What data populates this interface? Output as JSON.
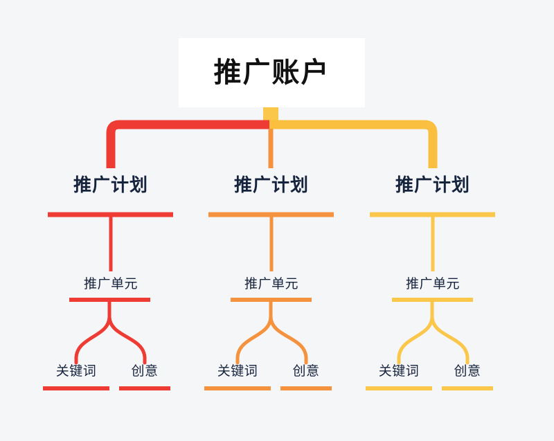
{
  "diagram": {
    "type": "hierarchy-tree",
    "background_color": "#f5f6f8",
    "title_text_color": "#111111",
    "node_text_color": "#16233d",
    "root": {
      "label": "推广账户",
      "card_background": "#ffffff"
    },
    "branches": [
      {
        "color": "#ee3b33",
        "plan_label": "推广计划",
        "unit_label": "推广单元",
        "leaves": [
          "关键词",
          "创意"
        ]
      },
      {
        "color": "#f5923e",
        "plan_label": "推广计划",
        "unit_label": "推广单元",
        "leaves": [
          "关键词",
          "创意"
        ]
      },
      {
        "color": "#fbc74a",
        "plan_label": "推广计划",
        "unit_label": "推广单元",
        "leaves": [
          "关键词",
          "创意"
        ]
      }
    ],
    "top_bar": {
      "left_half_color": "#ee3b33",
      "right_half_color": "#fbbf3f",
      "stub_color": "#fbc74a"
    }
  }
}
